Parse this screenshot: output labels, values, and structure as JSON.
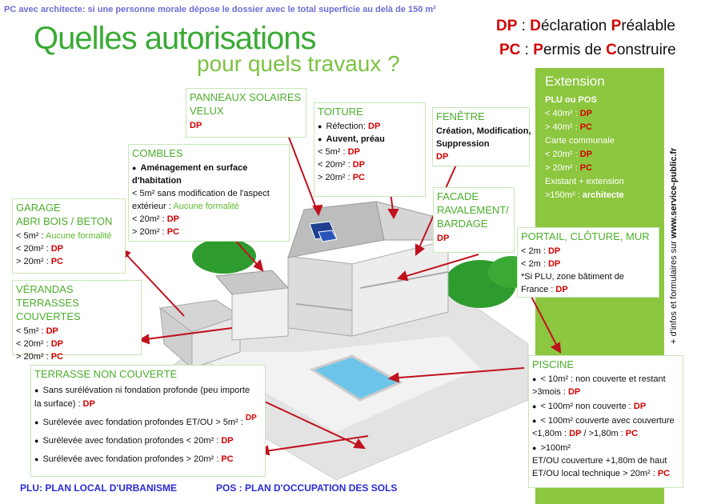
{
  "top_note": "PC avec architecte: si une personne morale dépose le dossier avec le total superficie au delà de 150 m²",
  "title_main": "Quelles autorisations",
  "title_sub": "pour quels travaux ?",
  "legend": {
    "dp_abbr": "DP",
    "dp_sep": " : ",
    "dp_l1": "D",
    "dp_w1": "éclaration ",
    "dp_l2": "P",
    "dp_w2": "réalable",
    "pc_abbr": "PC",
    "pc_sep": " : ",
    "pc_l1": "P",
    "pc_w1": "ermis de ",
    "pc_l2": "C",
    "pc_w2": "onstruire"
  },
  "extension": {
    "title": "Extension",
    "plu": "PLU ou POS",
    "l1a": "< 40m² : ",
    "l1b": "DP",
    "l2a": "> 40m² : ",
    "l2b": "PC",
    "carte": "Carte communale",
    "l3a": "< 20m² : ",
    "l3b": "DP",
    "l4a": "> 20m² : ",
    "l4b": "PC",
    "l5": "Existant + extension",
    "l6a": ">150m² : ",
    "l6b": "architecte"
  },
  "side_text_a": "+ d'infos et formulaires sur ",
  "side_text_b": "www.service-public.fr",
  "panneaux": {
    "title1": "PANNEAUX SOLAIRES",
    "title2": "VELUX",
    "v": "DP"
  },
  "toiture": {
    "title": "TOITURE",
    "l1a": "Réfection: ",
    "l1b": "DP",
    "l2": "Auvent, préau",
    "l3a": "< 5m² : ",
    "l3b": "DP",
    "l4a": "< 20m² : ",
    "l4b": "DP",
    "l5a": "> 20m² : ",
    "l5b": "PC"
  },
  "fenetre": {
    "title": "FENÊTRE",
    "l1": "Création, Modification,",
    "l2": "Suppression",
    "v": "DP"
  },
  "combles": {
    "title": "COMBLES",
    "l1": "Aménagement en surface",
    "l2": "d'habitation",
    "l3": "< 5m² sans modification de l'aspect",
    "l4a": "extérieur : ",
    "l4b": "Aucune formalité",
    "l5a": "< 20m² : ",
    "l5b": "DP",
    "l6a": "> 20m² : ",
    "l6b": "PC"
  },
  "facade": {
    "title1": "FACADE",
    "title2": "RAVALEMENT/",
    "title3": "BARDAGE",
    "v": "DP"
  },
  "portail": {
    "title": "PORTAIL, CLÔTURE, MUR",
    "l1a": "< 2m : ",
    "l1b": "DP",
    "l2a": "< 2m : ",
    "l2b": "DP",
    "l3": "*Si PLU, zone bâtiment de",
    "l4a": "France : ",
    "l4b": "DP"
  },
  "garage": {
    "title1": "GARAGE",
    "title2": "ABRI BOIS / BETON",
    "l1a": "< 5m² : ",
    "l1b": "Aucune formalité",
    "l2a": "< 20m² : ",
    "l2b": "DP",
    "l3a": "> 20m² : ",
    "l3b": "PC"
  },
  "verandas": {
    "title1": "VÉRANDAS",
    "title2": "TERRASSES COUVERTES",
    "l1a": "< 5m² : ",
    "l1b": "DP",
    "l2a": "< 20m² : ",
    "l2b": "DP",
    "l3a": "> 20m² : ",
    "l3b": "PC"
  },
  "terrasse": {
    "title": "TERRASSE NON COUVERTE",
    "l1": "Sans surélévation ni fondation profonde (peu importe",
    "l2a": "la surface) : ",
    "l2b": "DP",
    "l3": "Surélevée avec fondation profondes ET/OU > 5m² :",
    "l3b": "DP",
    "l4a": "Surélevée avec fondation profondes < 20m² : ",
    "l4b": "DP",
    "l5a": "Surélevée avec fondation profondes > 20m² : ",
    "l5b": "PC"
  },
  "piscine": {
    "title": "PISCINE",
    "l1": "< 10m² : non couverte et restant",
    "l2a": ">3mois : ",
    "l2b": "DP",
    "l3a": "< 100m² non couverte : ",
    "l3b": "DP",
    "l4": "< 100m² couverte avec couverture",
    "l5a": "<1,80m : ",
    "l5b": "DP",
    "l5c": " / >1,80m : ",
    "l5d": "PC",
    "l6": ">100m²",
    "l7": "ET/OU couverture +1,80m de haut",
    "l8a": "ET/OU local technique > 20m² : ",
    "l8b": "PC"
  },
  "footer": {
    "plu": "PLU: PLAN LOCAL D'URBANISME",
    "pos": "POS : PLAN D'OCCUPATION DES SOLS"
  },
  "colors": {
    "green": "#8dc63f",
    "title_green": "#3aaa35",
    "red": "#d40000",
    "blue": "#2b2bd6"
  }
}
